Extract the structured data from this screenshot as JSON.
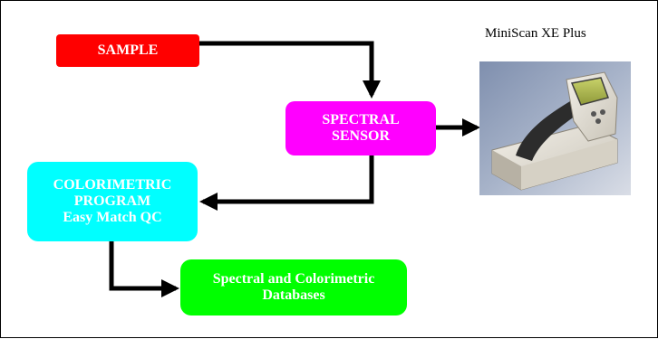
{
  "boxes": {
    "sample": "SAMPLE",
    "spectral_sensor": [
      "SPECTRAL",
      "SENSOR"
    ],
    "colorimetric_program": [
      "COLORIMETRIC",
      "PROGRAM",
      "Easy Match QC"
    ],
    "databases": [
      "Spectral and Colorimetric",
      "Databases"
    ]
  },
  "device_caption": "MiniScan XE Plus",
  "colors": {
    "sample": "#ff0000",
    "spectral_sensor": "#ff00ff",
    "colorimetric_program": "#00ffff",
    "databases": "#00ff00",
    "arrow": "#000000"
  }
}
